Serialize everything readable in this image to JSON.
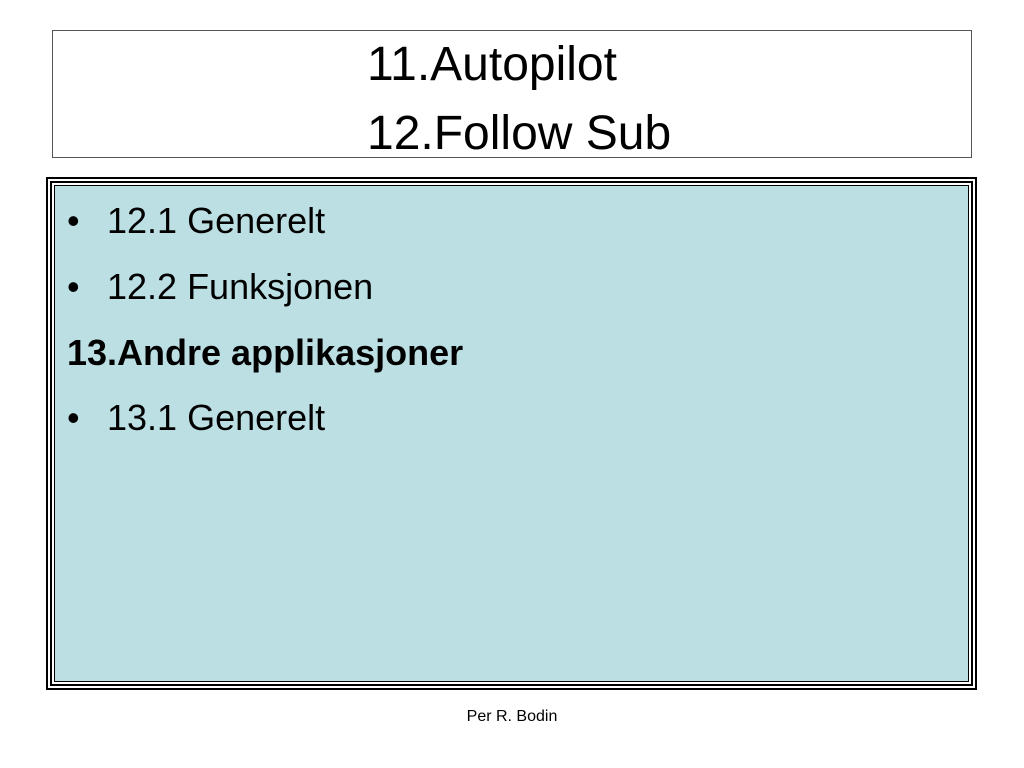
{
  "title": {
    "line1": "11.Autopilot",
    "line2": "12.Follow Sub"
  },
  "content": {
    "items": [
      {
        "type": "bullet",
        "bullet": "•",
        "text": "12.1 Generelt"
      },
      {
        "type": "bullet",
        "bullet": "•",
        "text": "12.2 Funksjonen"
      },
      {
        "type": "heading",
        "text": "13.Andre applikasjoner"
      },
      {
        "type": "bullet",
        "bullet": "•",
        "text": "13.1 Generelt"
      }
    ],
    "background_color": "#bbdfe3"
  },
  "footer": {
    "author": "Per R. Bodin"
  }
}
